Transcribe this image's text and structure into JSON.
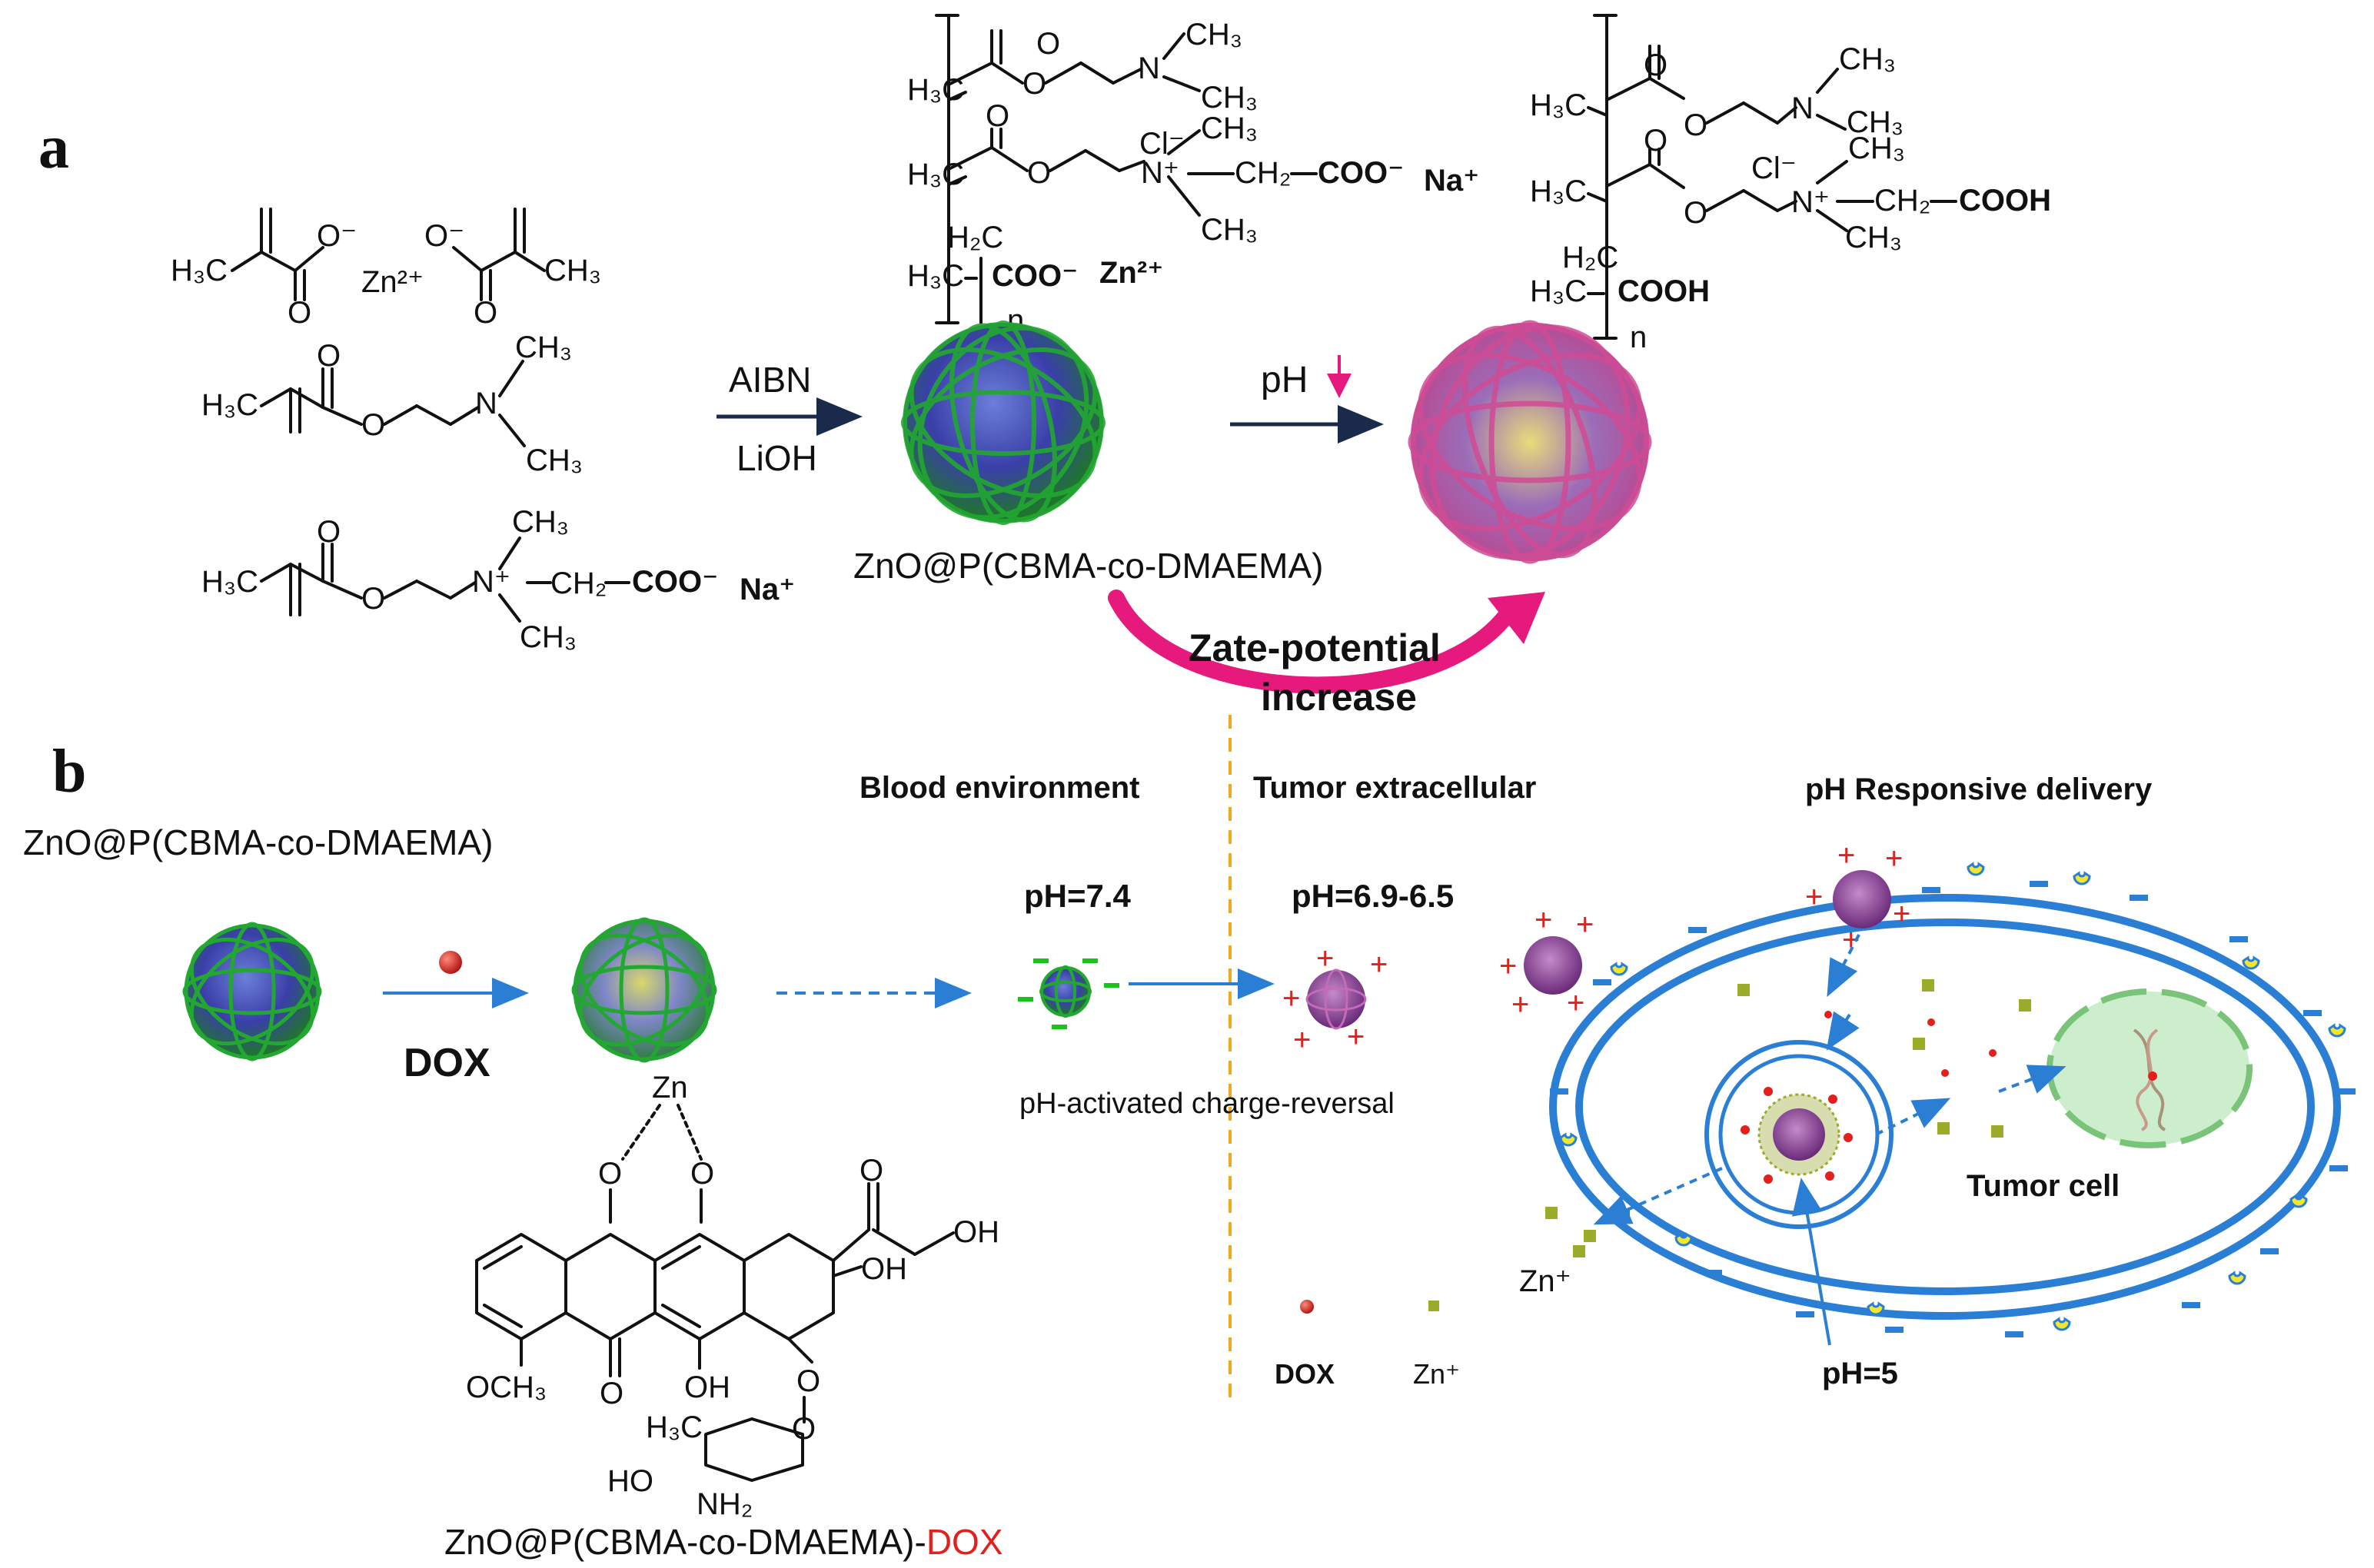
{
  "panels": {
    "a": "a",
    "b": "b"
  },
  "colors": {
    "green": "#18e418",
    "pink": "#ff7fb6",
    "orange": "#f2a91c",
    "red": "#e3201b",
    "blue": "#2a7fd4",
    "magenta_arrow": "#e6197d"
  },
  "panel_a": {
    "reagents": [
      "AIBN",
      "LiOH"
    ],
    "chem": {
      "h3c": "H₃C",
      "ch3": "CH₃",
      "o": "O",
      "o_minus": "O⁻",
      "zn2": "Zn²⁺",
      "n": "N",
      "n_plus": "N⁺",
      "ch2": "CH₂",
      "coo_minus": "COO⁻",
      "na_plus": "Na⁺",
      "cl_minus": "Cl⁻",
      "h2c": "H₂C",
      "zn2_small": "Zn²⁺",
      "cooh": "COOH",
      "n_sub": "n"
    },
    "ph_arrow": "pH",
    "particle_label": "ZnO@P(CBMA-co-DMAEMA)",
    "zeta_label": [
      "Zate-potential",
      "increase"
    ]
  },
  "panel_b": {
    "top_label": "ZnO@P(CBMA-co-DMAEMA)",
    "dox_label": "DOX",
    "blood_env": "Blood environment",
    "tumor_extra": "Tumor extracellular",
    "ph_delivery": "pH Responsive delivery",
    "ph_blood": "pH=7.4",
    "ph_tumor": "pH=6.9-6.5",
    "charge_reversal": "pH-activated charge-reversal",
    "tumor_cell": "Tumor cell",
    "ph_endo": "pH=5",
    "zn_ion": "Zn⁺",
    "legend": {
      "dox": "DOX",
      "zn": "Zn⁺"
    },
    "dox_struct": {
      "zn": "Zn",
      "o": "O",
      "oh": "OH",
      "och3": "OCH₃",
      "h3c": "H₃C",
      "ho": "HO",
      "nh2": "NH₂"
    },
    "bottom_label_main": "ZnO@P(CBMA-co-DMAEMA)-",
    "bottom_label_dox": "DOX"
  }
}
